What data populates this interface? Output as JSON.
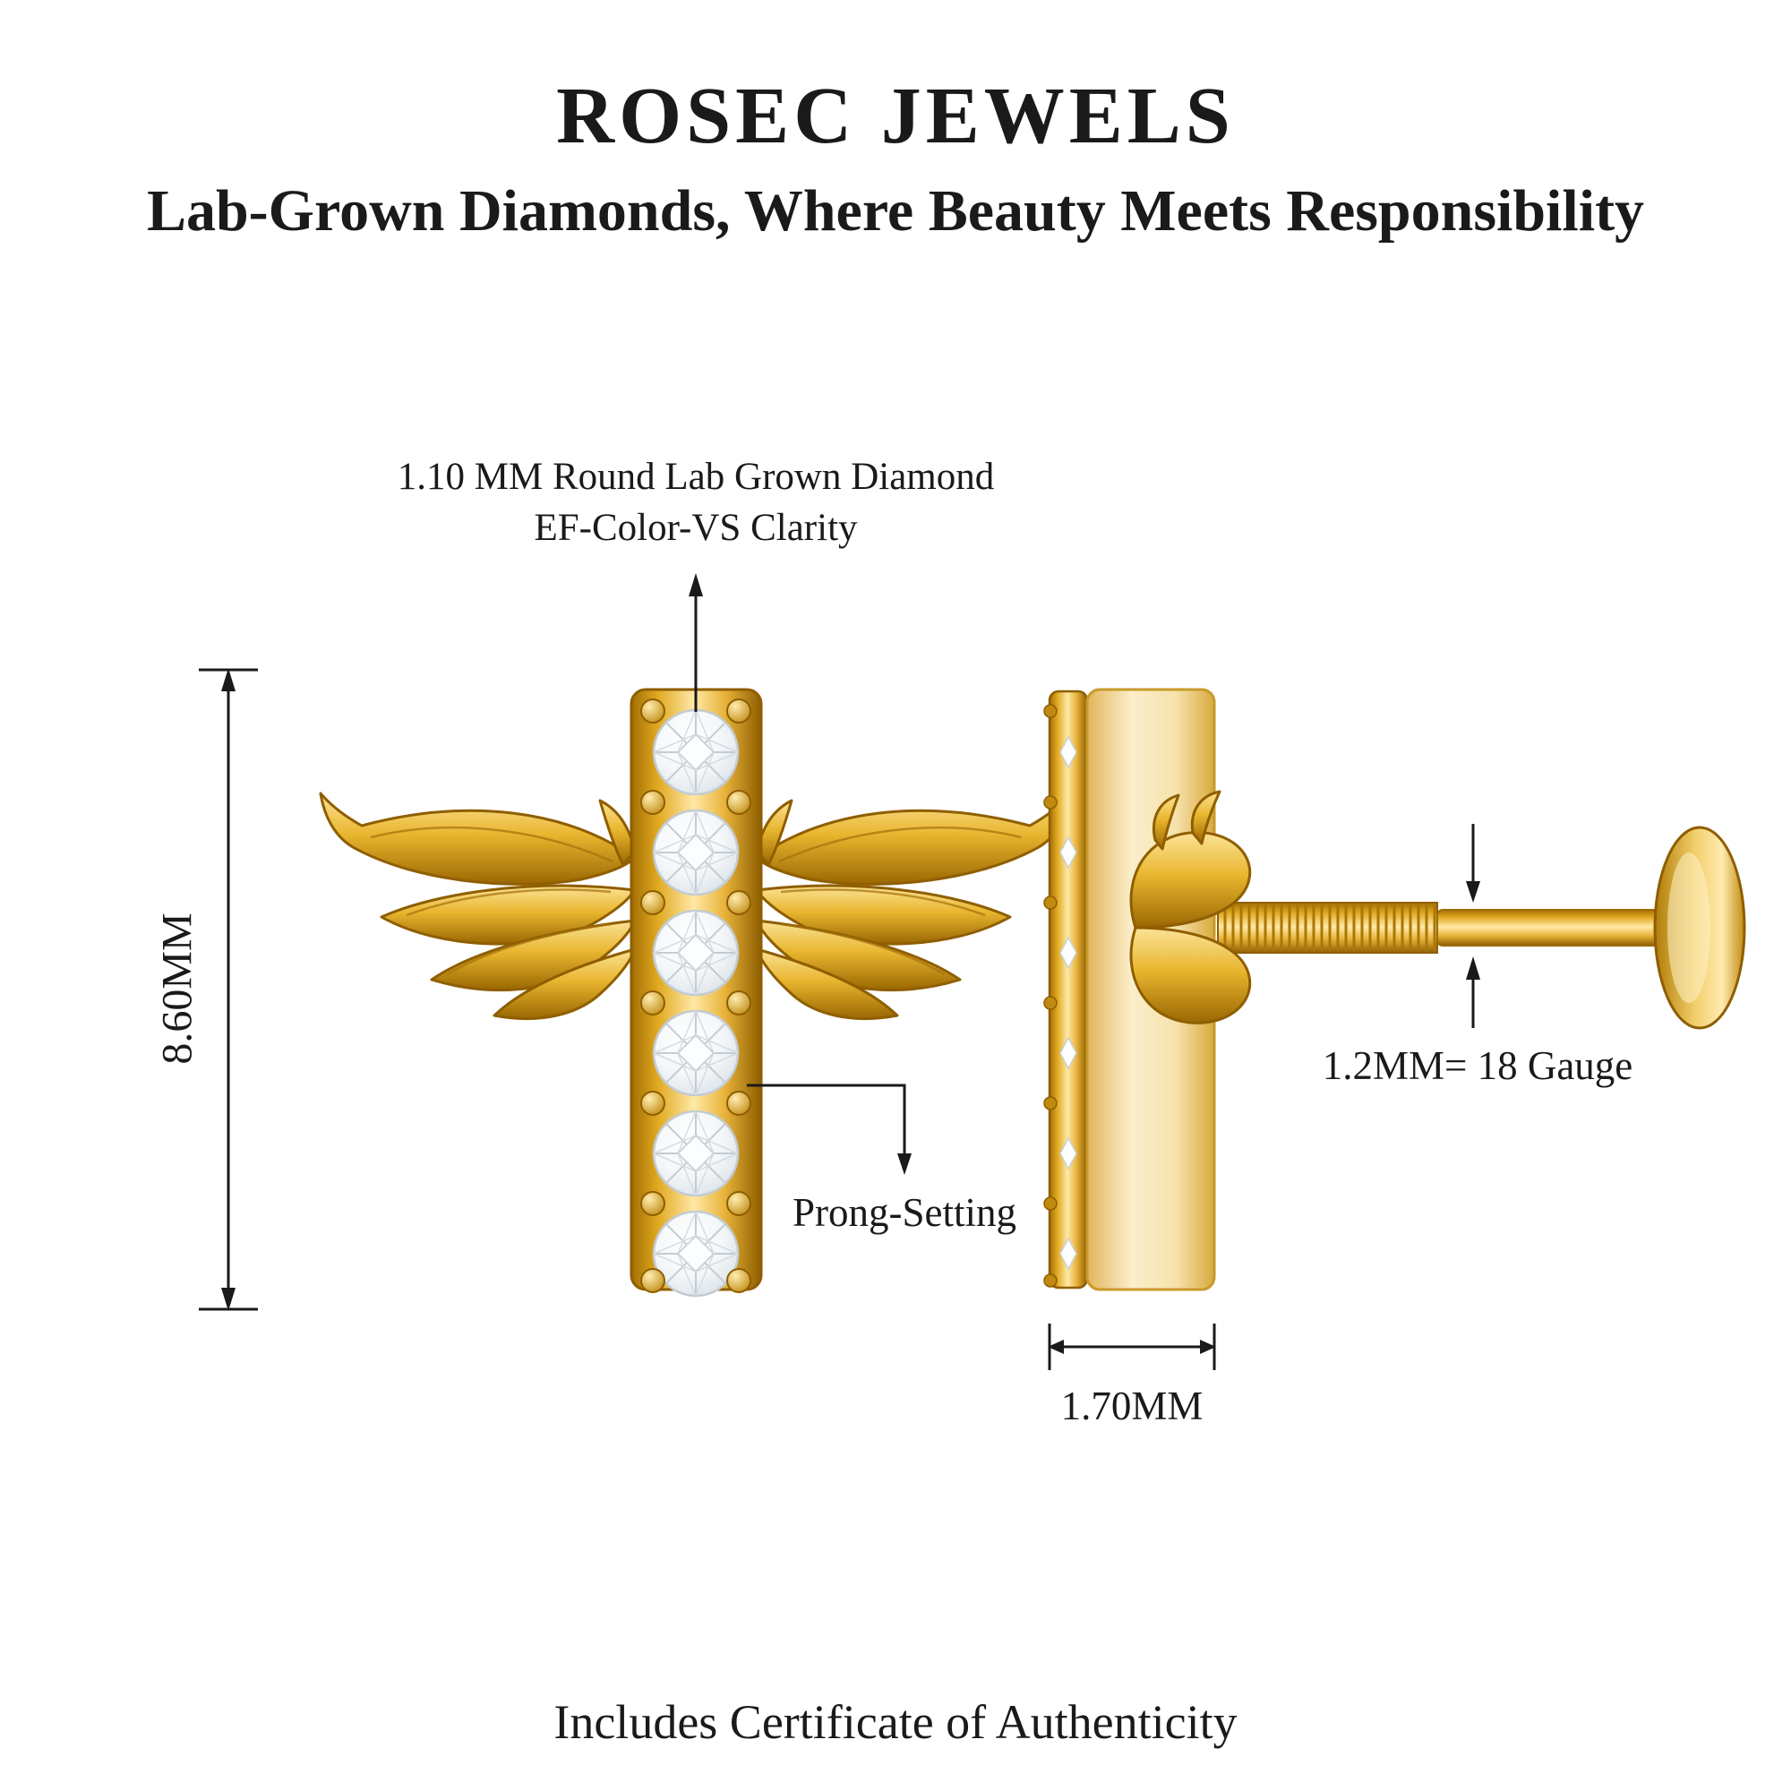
{
  "header": {
    "brand": "ROSEC JEWELS",
    "tagline": "Lab-Grown Diamonds, Where Beauty Meets Responsibility"
  },
  "callouts": {
    "diamond_spec": {
      "line1": "1.10 MM Round Lab Grown Diamond",
      "line2": "EF-Color-VS Clarity"
    },
    "prong_setting": "Prong-Setting",
    "gauge": "1.2MM= 18 Gauge"
  },
  "dimensions": {
    "height": "8.60MM",
    "width": "1.70MM"
  },
  "footer": {
    "certificate_note": "Includes Certificate of Authenticity"
  },
  "product": {
    "front_stone_count": 6,
    "views": [
      "front",
      "side"
    ]
  },
  "colors": {
    "gold": "#E8B32F",
    "gold_dark": "#8F5E00",
    "diamond": "#F2F5F9",
    "annotation": "#1A1A1A",
    "background": "#FFFFFF"
  }
}
